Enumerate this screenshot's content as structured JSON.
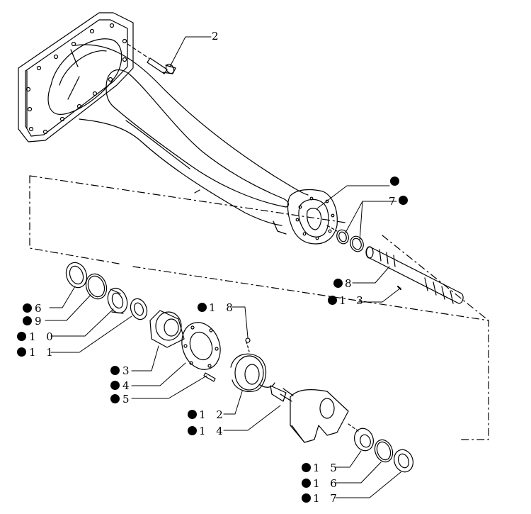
{
  "diagram": {
    "labels": {
      "l2": "2",
      "l6": "6",
      "l7": "7",
      "l8": "8",
      "l9": "9",
      "l10": "1 0",
      "l11": "1 1",
      "l12": "1 2",
      "l13": "1 3",
      "l14": "1 4",
      "l15": "1 5",
      "l16": "1 6",
      "l17": "1 7",
      "l18": "1 8",
      "l3": "3",
      "l4": "4",
      "l5": "5"
    },
    "colors": {
      "line": "#000000",
      "background": "#ffffff",
      "marker": "#000000"
    }
  }
}
